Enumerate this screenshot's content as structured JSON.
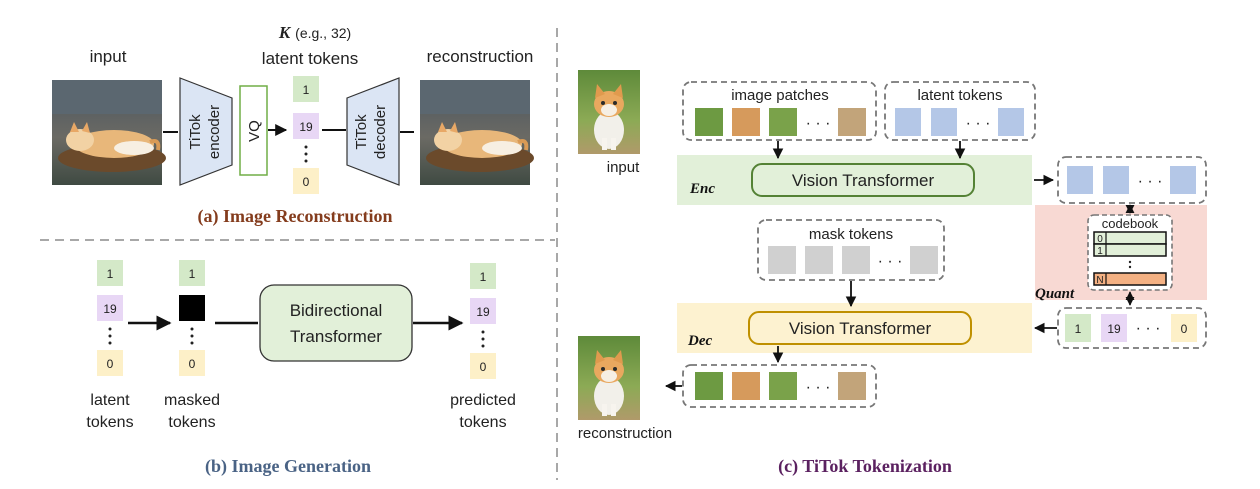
{
  "panel_a": {
    "input_label": "input",
    "k_symbol": "K",
    "k_note": "(e.g., 32)",
    "latent_label": "latent tokens",
    "reconstruction_label": "reconstruction",
    "encoder_line1": "TiTok",
    "encoder_line2": "encoder",
    "vq_label": "VQ",
    "decoder_line1": "TiTok",
    "decoder_line2": "decoder",
    "token_first": "1",
    "token_second": "19",
    "token_last": "0",
    "caption": "(a) Image Reconstruction"
  },
  "panel_b": {
    "token_first": "1",
    "token_second": "19",
    "token_last": "0",
    "latent_line1": "latent",
    "latent_line2": "tokens",
    "masked_line1": "masked",
    "masked_line2": "tokens",
    "transformer_line1": "Bidirectional",
    "transformer_line2": "Transformer",
    "predicted_line1": "predicted",
    "predicted_line2": "tokens",
    "caption": "(b) Image Generation"
  },
  "panel_c": {
    "input_label": "input",
    "image_patches_label": "image patches",
    "latent_tokens_label": "latent tokens",
    "enc_label": "Enc",
    "dec_label": "Dec",
    "quant_label": "Quant",
    "vit_enc_label": "Vision Transformer",
    "vit_dec_label": "Vision Transformer",
    "mask_tokens_label": "mask tokens",
    "codebook_label": "codebook",
    "codebook_row0": "0",
    "codebook_row1": "1",
    "codebook_rowN": "N",
    "token_first": "1",
    "token_second": "19",
    "token_last": "0",
    "reconstruction_label": "reconstruction",
    "caption": "(c) TiTok Tokenization"
  },
  "colors": {
    "token_green": "#d4e9c8",
    "token_purple": "#e8d7f5",
    "token_yellow": "#fdf0c8",
    "encoder_blue": "#dbe5f4",
    "latent_blue": "#b4c7e7",
    "mask_gray": "#d0d0d0",
    "enc_band": "#e2f0d9",
    "dec_band": "#fdf2d0",
    "quant_band": "#f8d9d3",
    "caption_a": "#843c1d",
    "caption_b": "#4a6385",
    "caption_c": "#5b2160"
  }
}
